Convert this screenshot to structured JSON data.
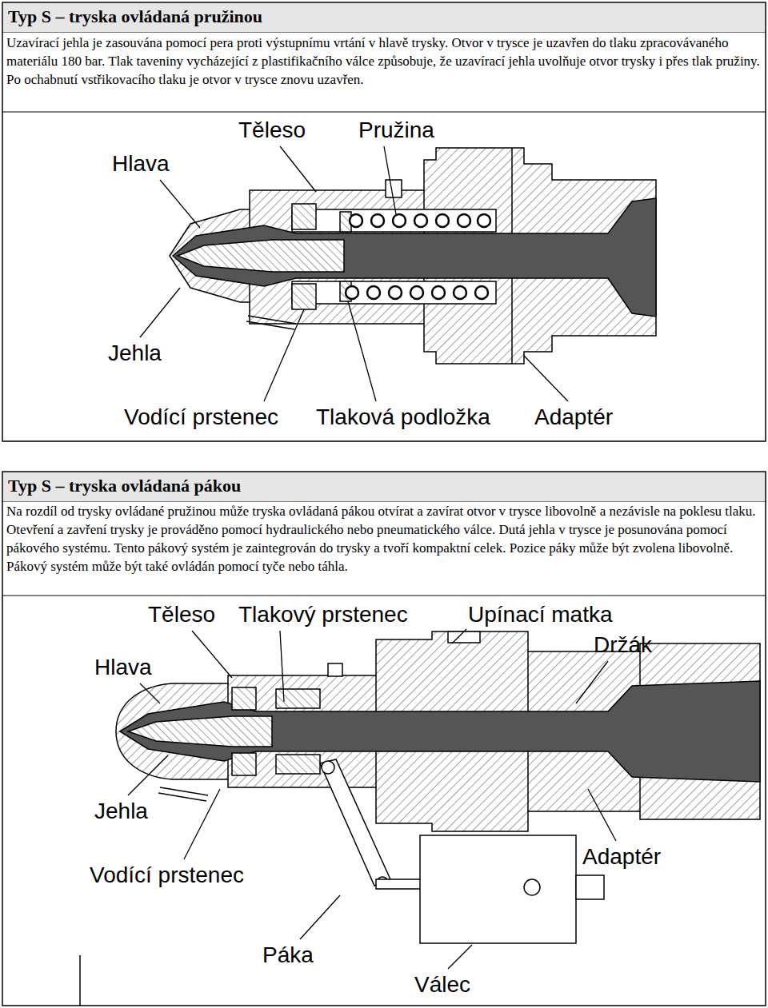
{
  "diagram": {
    "nodes": [
      {
        "text": [
          "Typ S – tryska ovládaná pružinou"
        ]
      },
      {
        "text": [
          "Uzavírací jehla je zasouvána pomocí pera proti výstupnímu vrtání v hlavě trysky. Otvor v trysce je uzavřen do tlaku zpracovávaného materiálu 180 bar. Tlak taveniny vycházející z plastifikačního válce způsobuje, že uzavírací jehla uvolňuje otvor trysky i přes tlak pružiny.",
          "Po ochabnutí vstřikovacího tlaku je otvor v trysce znovu uzavřen."
        ]
      },
      {
        "text": [
          "Typ S – tryska ovládaná pákou"
        ]
      },
      {
        "text": [
          "Na rozdíl od trysky ovládané pružinou může tryska ovládaná pákou otvírat a zavírat otvor v trysce libovolně a nezávisle na poklesu tlaku. Otevření a zavření trysky je prováděno pomocí hydraulického nebo pneumatického válce. Dutá jehla v trysce je posunována pomocí pákového systému. Tento pákový systém je zaintegrován do trysky a tvoří kompaktní celek. Pozice páky může být zvolena libovolně. Pákový systém může být také ovládán pomocí tyče nebo táhla."
        ]
      }
    ],
    "labels": [
      "Hlava",
      "Těleso",
      "Pružina",
      "Jehla",
      "Vodící prstenec",
      "Tlaková podložka",
      "Adaptér",
      "Těleso",
      "Tlakový prstenec",
      "Upínací matka",
      "Držák",
      "Hlava",
      "Jehla",
      "Vodící prstenec",
      "Adaptér",
      "Páka",
      "Válec"
    ]
  }
}
